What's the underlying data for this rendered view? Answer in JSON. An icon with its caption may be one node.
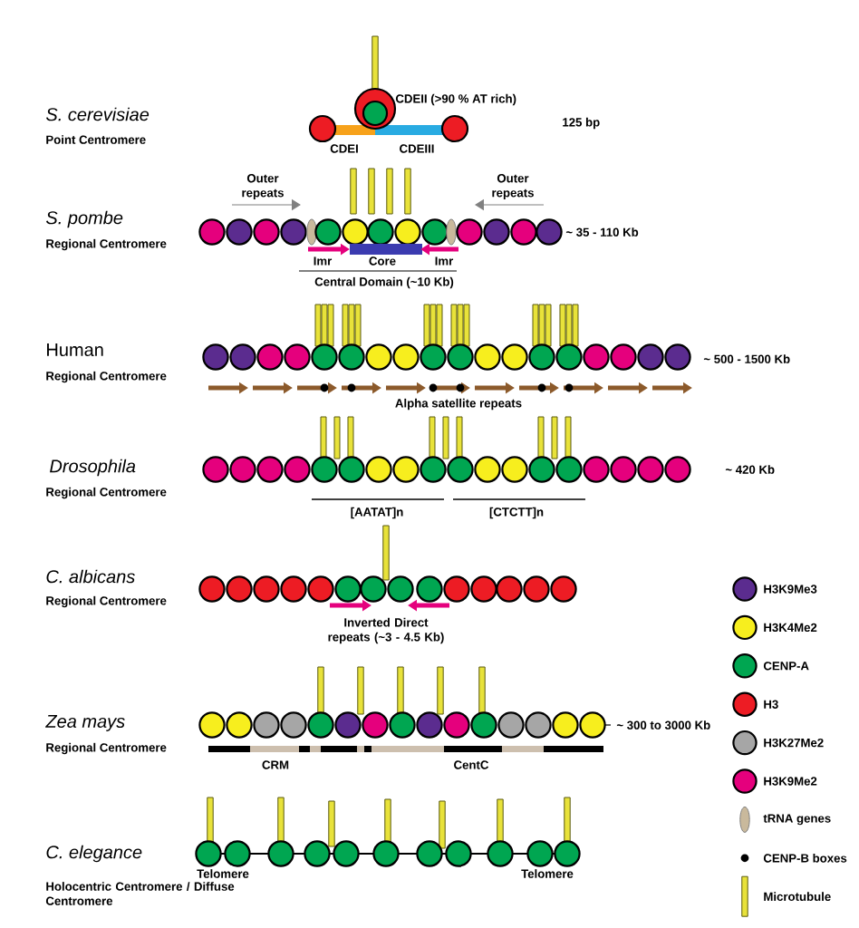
{
  "diagram": {
    "labels": [
      "S. cerevisiae",
      "Point Centromere",
      "CDEII (>90 % AT rich)",
      "CDEI",
      "CDEIII",
      "125 bp",
      "Outer repeats",
      "Outer repeats",
      "S. pombe",
      "Regional Centromere",
      "~ 35 - 110 Kb",
      "Imr",
      "Core",
      "Imr",
      "Central Domain (~10 Kb)",
      "Human",
      "Regional Centromere",
      "~ 500 - 1500 Kb",
      "Alpha satellite repeats",
      "Drosophila",
      "Regional Centromere",
      "~ 420 Kb",
      "[AATAT]n",
      "[CTCTT]n",
      "C. albicans",
      "Regional Centromere",
      "Inverted Direct repeats (~3 - 4.5 Kb)",
      "Zea mays",
      "Regional Centromere",
      "~ 300 to 3000 Kb",
      "CRM",
      "CentC",
      "C. elegance",
      "Telomere",
      "Telomere",
      "Holocentric Centromere / Diffuse Centromere"
    ],
    "legend": [
      {
        "text": "H3K9Me3",
        "color": "#5b2c8f"
      },
      {
        "text": "H3K4Me2",
        "color": "#f7ee1e"
      },
      {
        "text": "CENP-A",
        "color": "#00a651"
      },
      {
        "text": "H3",
        "color": "#ed1c24"
      },
      {
        "text": "H3K27Me2",
        "color": "#a6a6a6"
      },
      {
        "text": "H3K9Me2",
        "color": "#e5007d"
      },
      {
        "text": "tRNA genes"
      },
      {
        "text": "CENP-B boxes"
      },
      {
        "text": "Microtubule"
      }
    ]
  }
}
